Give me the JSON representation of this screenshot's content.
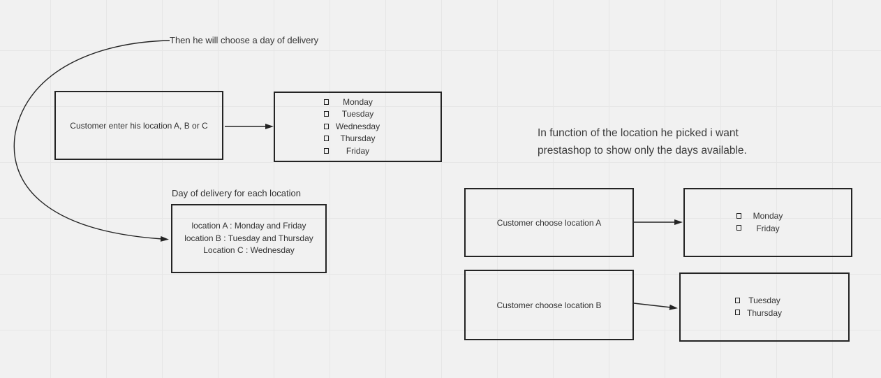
{
  "canvas": {
    "background_color": "#f1f1f1",
    "grid_color": "#e6e6e6",
    "stroke_color": "#242424",
    "text_color": "#333333"
  },
  "annotations": {
    "curve_label": "Then he will choose a day of delivery",
    "legend_label": "Day of delivery for each location",
    "note_line1": "In function of the location he picked i want",
    "note_line2": "prestashop to show only the days available."
  },
  "flow_all": {
    "source_label": "Customer enter his location A, B or C",
    "days": [
      "Monday",
      "Tuesday",
      "Wednesday",
      "Thursday",
      "Friday"
    ]
  },
  "legend_box": {
    "lines": [
      "location A : Monday and Friday",
      "location B : Tuesday and Thursday",
      "Location C : Wednesday"
    ]
  },
  "flow_a": {
    "source_label": "Customer choose location A",
    "days": [
      "Monday",
      "Friday"
    ]
  },
  "flow_b": {
    "source_label": "Customer choose location B",
    "days": [
      "Tuesday",
      "Thursday"
    ]
  }
}
